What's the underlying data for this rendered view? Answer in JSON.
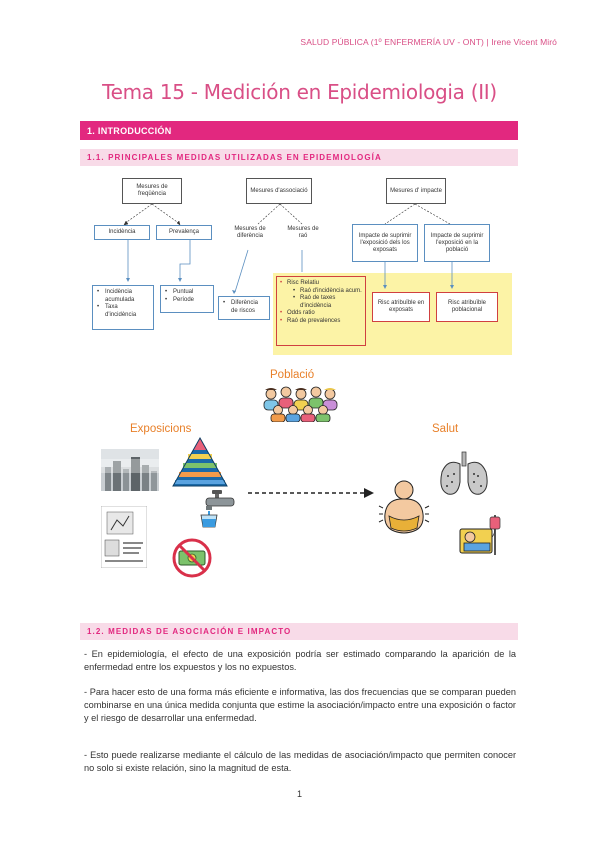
{
  "header": {
    "note": "SALUD PÚBLICA (1º ENFERMERÍA UV - ONT) | Irene Vicent Miró",
    "title": "Tema 15 - Medición en Epidemiologia (II)"
  },
  "sections": {
    "s1": "1. INTRODUCCIÓN",
    "s1_1": "1.1. PRINCIPALES MEDIDAS UTILIZADAS EN EPIDEMIOLOGÍA",
    "s1_2": "1.2. MEDIDAS DE ASOCIACIÓN E IMPACTO"
  },
  "diagram": {
    "freq": "Mesures de freqüència",
    "assoc": "Mesures d'associació",
    "impact": "Mesures d' impacte",
    "incidencia": "Incidència",
    "prevalenca": "Prevalença",
    "diferencia": "Mesures de diferència",
    "rao": "Mesures de raó",
    "imp_exp": "Impacte de suprimir l'exposició dels los exposats",
    "imp_pob": "Impacte de suprimir l'exposició en la població",
    "inc_list": [
      "Incidència acumulada",
      "Taxa d'incidència"
    ],
    "prev_list": [
      "Puntual",
      "Període"
    ],
    "dif_riscos": "Diferència de riscos",
    "risk_list": [
      {
        "text": "Risc Relatiu",
        "level": 0
      },
      {
        "text": "Raó d'incidència acum.",
        "level": 1
      },
      {
        "text": "Raó de taxes d'incidència",
        "level": 1
      },
      {
        "text": "Odds ratio",
        "level": 0
      },
      {
        "text": "Raó de prevalences",
        "level": 0
      }
    ],
    "risc_exposats": "Risc atribuïble en exposats",
    "risc_poblacional": "Risc atribuïble poblacional"
  },
  "illustration": {
    "poblacio": "Població",
    "exposicions": "Exposicions",
    "salut": "Salut"
  },
  "paragraphs": [
    "- En epidemiología, el efecto de una exposición podría ser estimado comparando la aparición de la enfermedad entre los expuestos y los no expuestos.",
    "- Para hacer esto de una forma más eficiente e informativa, las dos frecuencias que se comparan pueden combinarse en una única medida conjunta que estime la asociación/impacto entre una exposición o factor y el riesgo de desarrollar una enfermedad.",
    "- Esto puede realizarse mediante el cálculo de las medidas de asociación/impacto que permiten conocer no solo si existe relación, sino la magnitud de esta."
  ],
  "page_number": "1"
}
